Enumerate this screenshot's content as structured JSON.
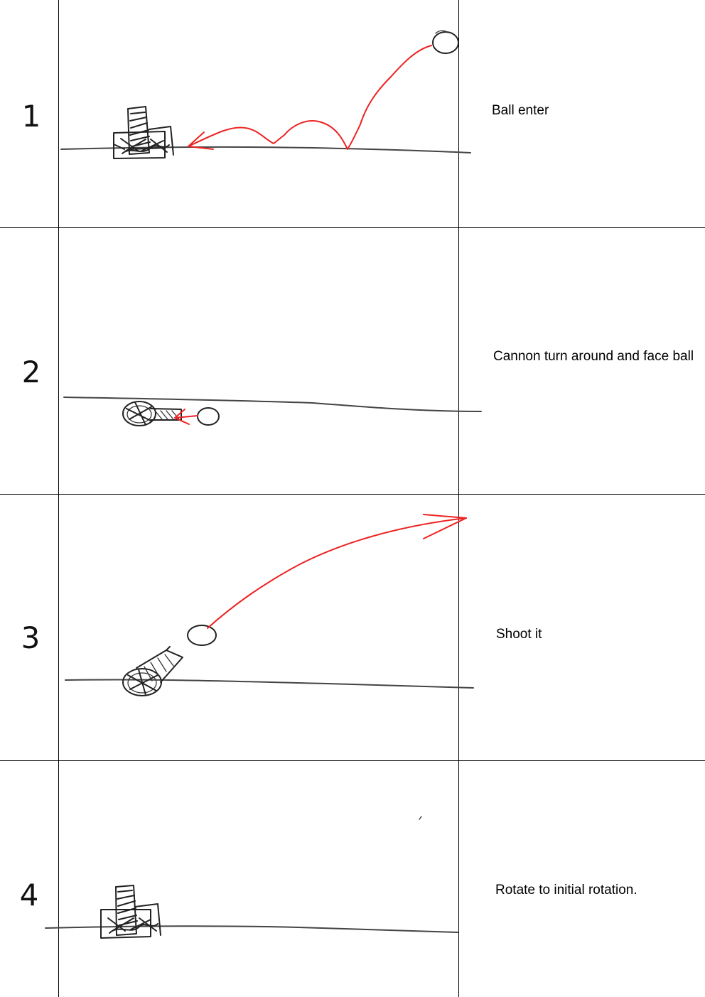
{
  "panels": [
    {
      "number": "1",
      "caption": "Ball enter"
    },
    {
      "number": "2",
      "caption": "Cannon turn around and face ball"
    },
    {
      "number": "3",
      "caption": "Shoot it"
    },
    {
      "number": "4",
      "caption": "Rotate to initial rotation."
    }
  ],
  "colors": {
    "ink": "#222222",
    "arrow": "#ee2222",
    "grid": "#000000",
    "background": "#ffffff"
  }
}
